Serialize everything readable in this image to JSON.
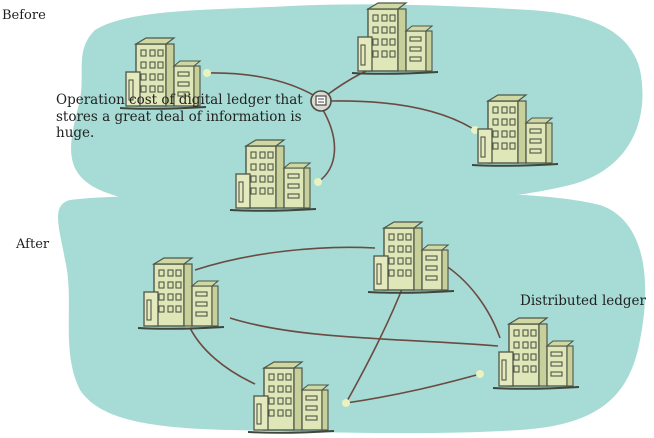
{
  "labels": {
    "before": "Before",
    "after": "After",
    "cost_note": "Operation cost of digital ledger that stores a great deal of information is huge.",
    "distributed_ledger": "Distributed ledger"
  },
  "icons": {
    "building": "building-icon",
    "central_server": "ledger-server-icon"
  },
  "colors": {
    "background_blob": "#a6dcd5",
    "building_fill": "#dfe6b7",
    "building_outline": "#4f5748",
    "link_line": "#6b4a42",
    "link_dot": "#e9f2c0"
  }
}
